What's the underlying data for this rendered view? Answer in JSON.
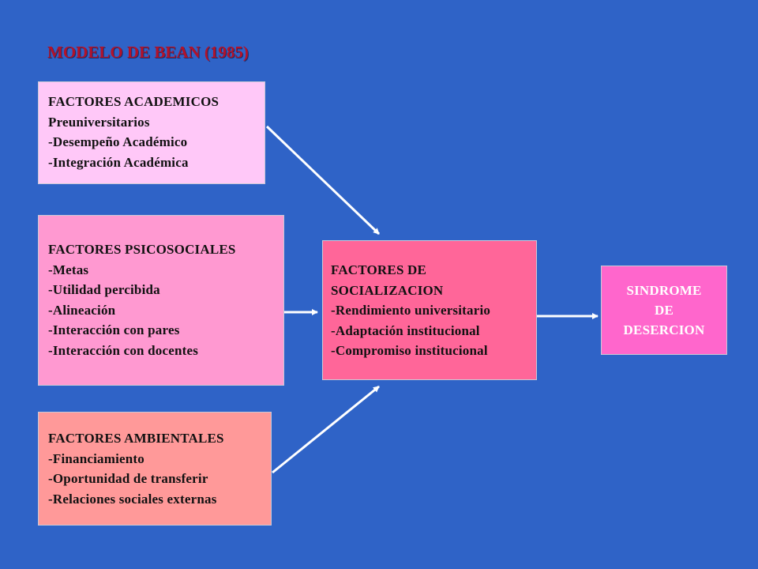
{
  "diagram": {
    "title": "MODELO DE BEAN (1985)",
    "academic": {
      "lines": [
        "FACTORES ACADEMICOS",
        "Preuniversitarios",
        "-Desempeño Académico",
        "-Integración Académica"
      ]
    },
    "psychosocial": {
      "lines": [
        "FACTORES PSICOSOCIALES",
        "-Metas",
        "-Utilidad percibida",
        "-Alineación",
        "-Interacción con pares",
        "-Interacción con docentes"
      ]
    },
    "environmental": {
      "lines": [
        "FACTORES AMBIENTALES",
        "-Financiamiento",
        "-Oportunidad de transferir",
        "-Relaciones sociales externas"
      ]
    },
    "socialization": {
      "lines": [
        "FACTORES DE",
        "SOCIALIZACION",
        "-Rendimiento universitario",
        "-Adaptación institucional",
        "-Compromiso institucional"
      ]
    },
    "syndrome": {
      "lines": [
        "SINDROME",
        "DE",
        "DESERCION"
      ]
    },
    "colors": {
      "background": "#2f63c7",
      "title": "#b3122a",
      "academic": "#ffc8f8",
      "psychosocial": "#ff99d1",
      "environmental": "#ff9999",
      "socialization": "#ff6699",
      "syndrome": "#ff66cc",
      "arrow": "#ffffff"
    }
  }
}
